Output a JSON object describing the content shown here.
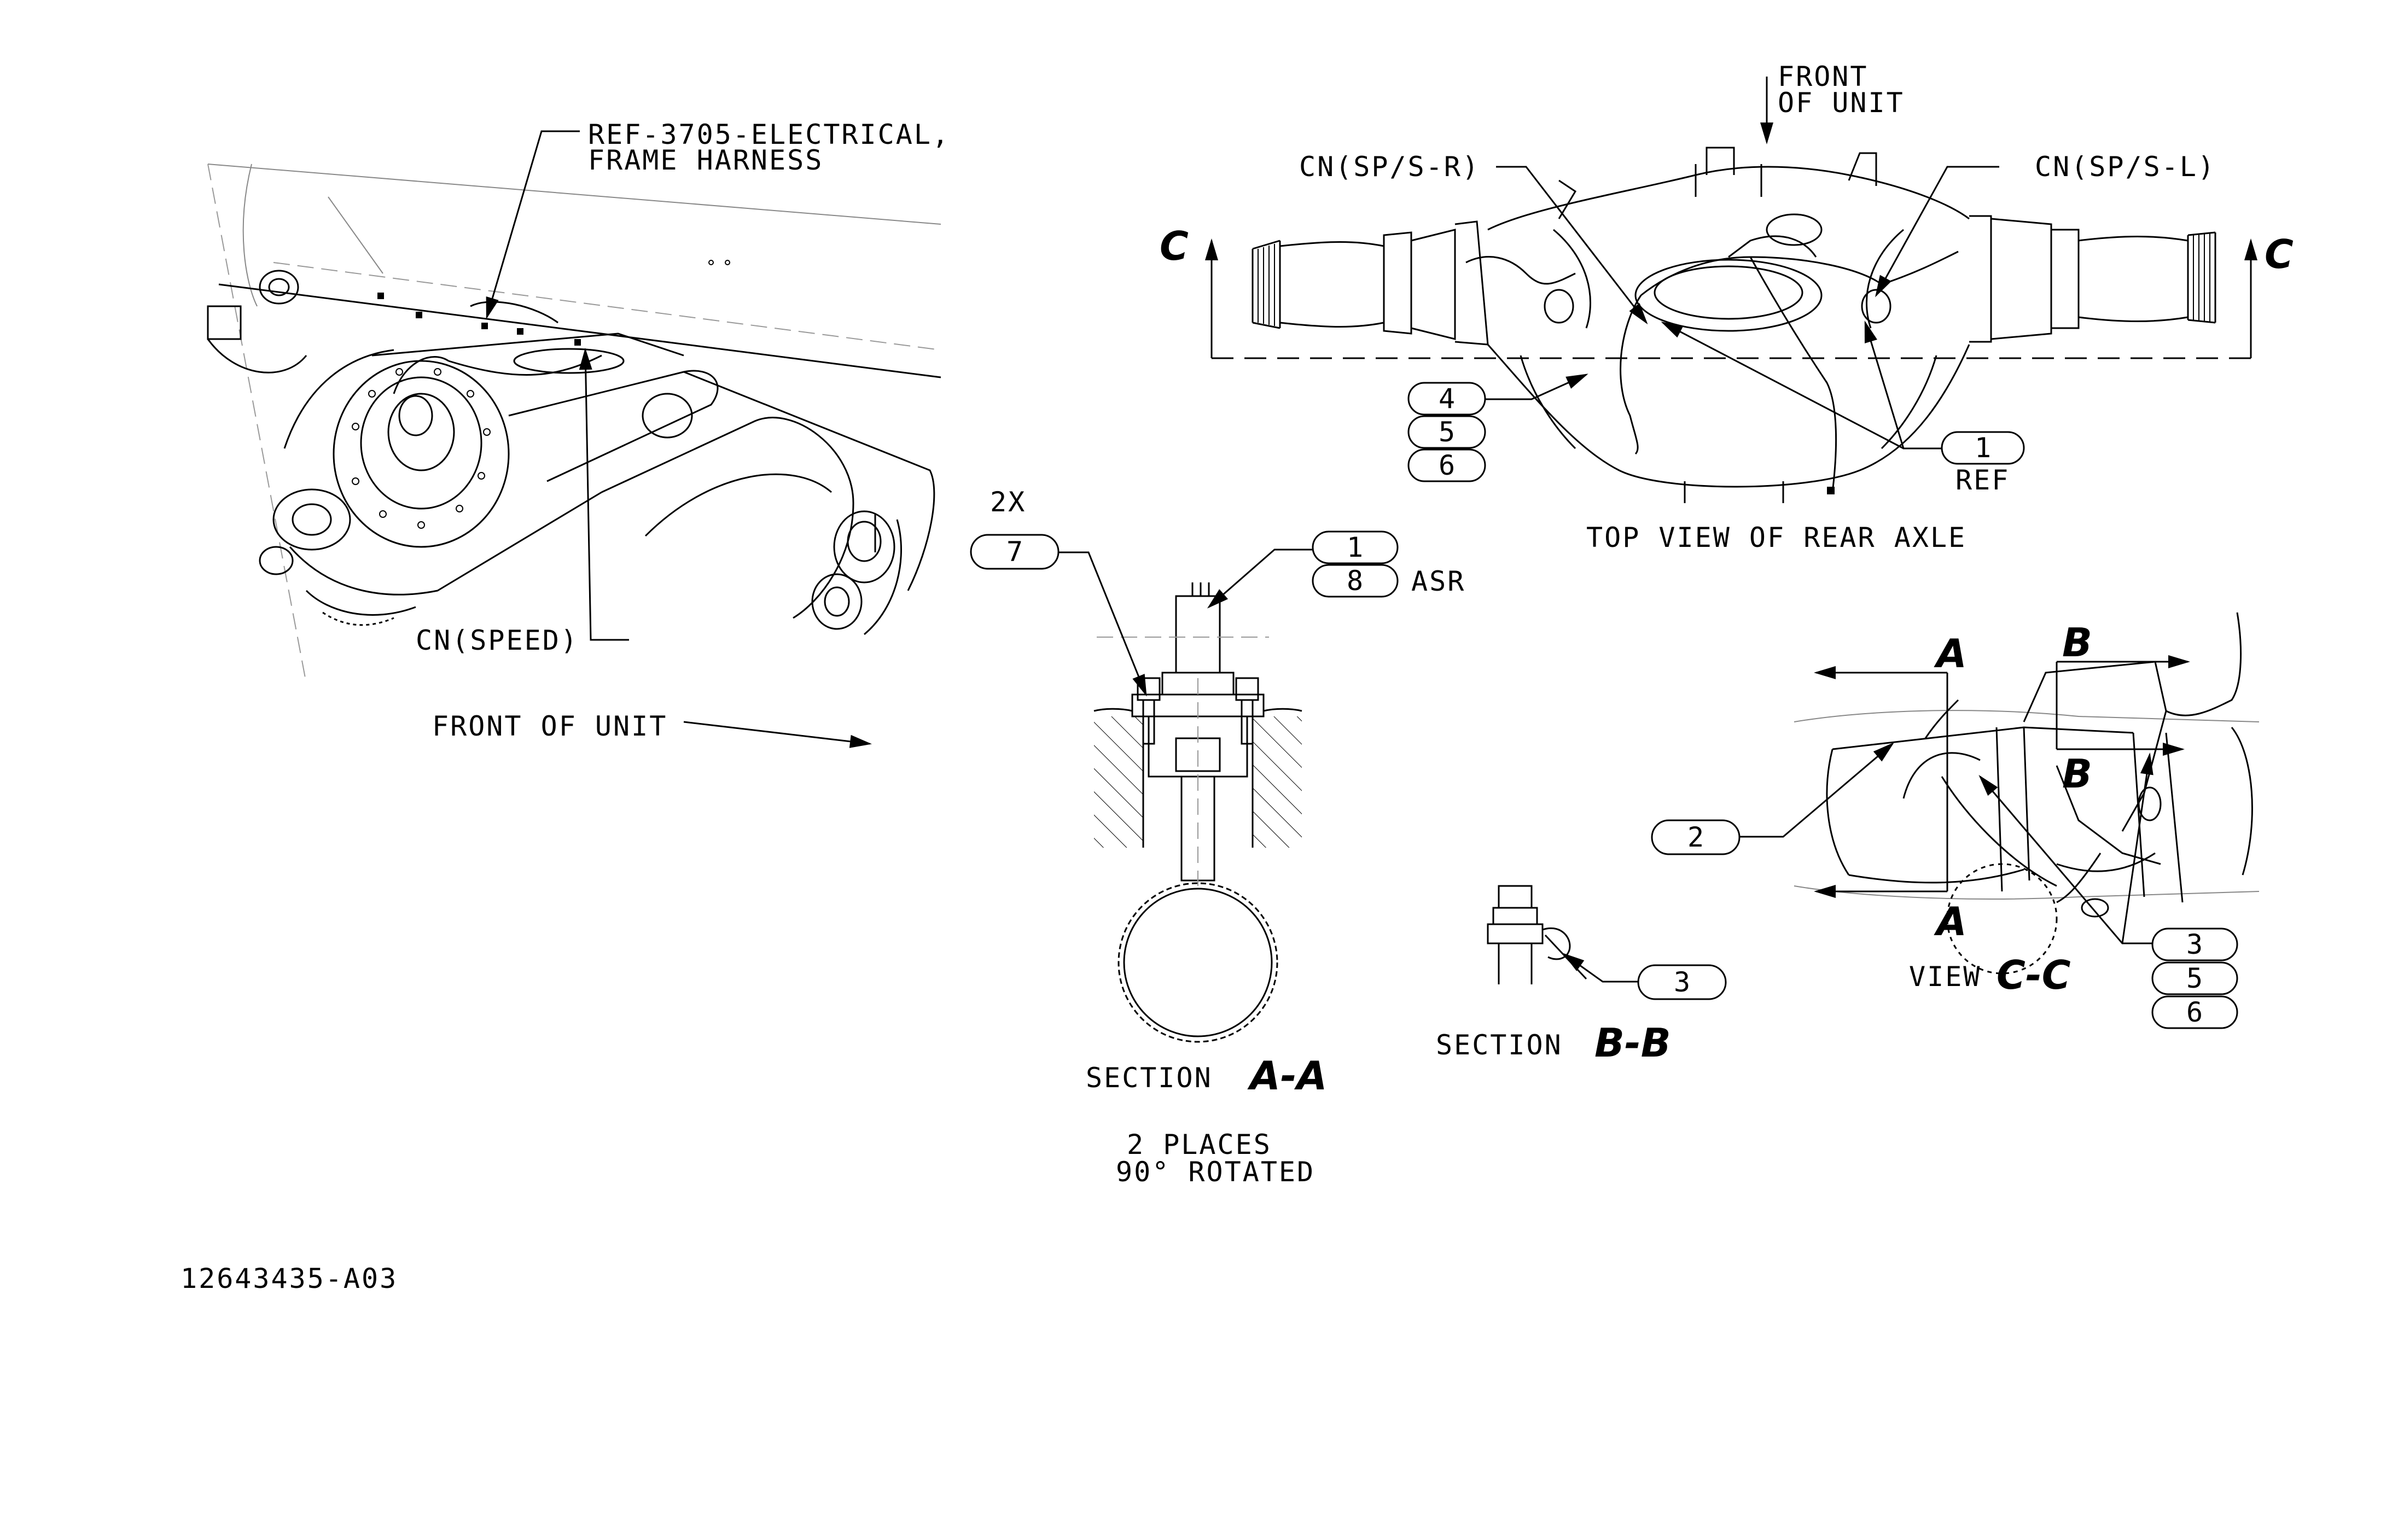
{
  "left_view": {
    "ref_label_line1": "REF-3705-ELECTRICAL,",
    "ref_label_line2": "FRAME HARNESS",
    "cn_speed": "CN(SPEED)",
    "front_of_unit": "FRONT OF UNIT"
  },
  "top_view": {
    "front_line1": "FRONT",
    "front_line2": "OF UNIT",
    "cn_spsr": "CN(SP/S-R)",
    "cn_spsl": "CN(SP/S-L)",
    "section_letter_left": "C",
    "section_letter_right": "C",
    "bubbles": [
      "4",
      "5",
      "6"
    ],
    "bubble_ref_num": "1",
    "ref_text": "REF",
    "caption": "TOP VIEW OF REAR AXLE"
  },
  "section_aa": {
    "qty": "2X",
    "bubble_left": "7",
    "bubble_top": "1",
    "bubble_mid": "8",
    "asr": "ASR",
    "caption_prefix": "SECTION",
    "caption_letters": "A-A",
    "note_line1": "2 PLACES",
    "note_line2": "90° ROTATED"
  },
  "section_bb": {
    "bubble": "3",
    "caption_prefix": "SECTION",
    "caption_letters": "B-B"
  },
  "view_cc": {
    "letter_a_top": "A",
    "letter_a_bottom": "A",
    "letter_b_top": "B",
    "letter_b_bottom": "B",
    "bubble_left": "2",
    "bubbles_right": [
      "3",
      "5",
      "6"
    ],
    "caption_prefix": "VIEW",
    "caption_letters": "C-C"
  },
  "drawing_number": "12643435-A03"
}
